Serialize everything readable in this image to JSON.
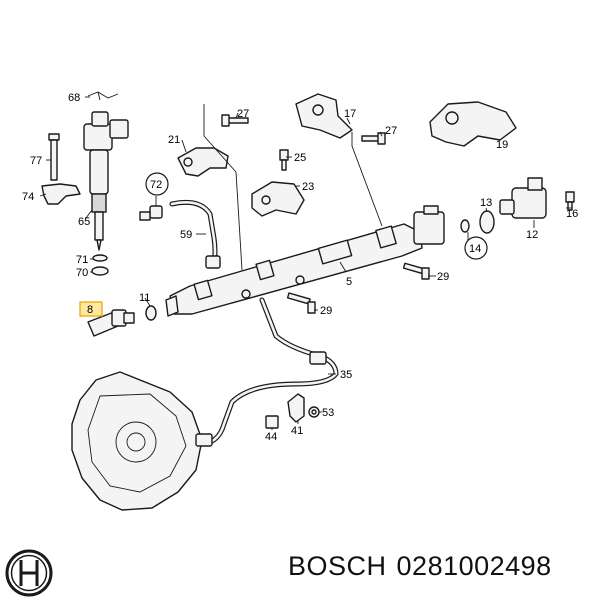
{
  "footer": {
    "brand": "BOSCH",
    "part_number": "0281002498"
  },
  "callouts": {
    "c68": "68",
    "c77": "77",
    "c74": "74",
    "c65": "65",
    "c71": "71",
    "c70": "70",
    "c8": "8",
    "c11": "11",
    "c72": "72",
    "c59": "59",
    "c21": "21",
    "c27a": "27",
    "c25": "25",
    "c23": "23",
    "c17": "17",
    "c27b": "27",
    "c19": "19",
    "c13": "13",
    "c16": "16",
    "c12": "12",
    "c14": "14",
    "c29a": "29",
    "c5": "5",
    "c29b": "29",
    "c35": "35",
    "c44": "44",
    "c41": "41",
    "c53": "53"
  },
  "colors": {
    "highlight": "#ffe9a0",
    "highlight_border": "#e8a400"
  }
}
